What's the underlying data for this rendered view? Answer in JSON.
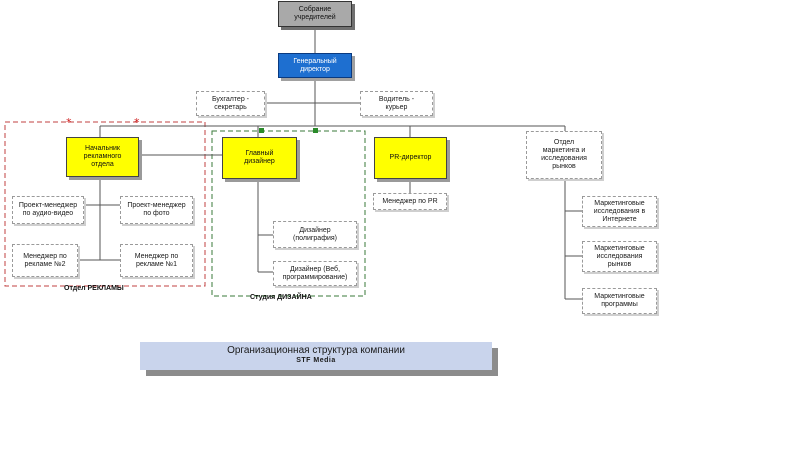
{
  "nodes": {
    "founders": "Собрание\nучредителей",
    "general_director": "Генеральный\nдиректор",
    "accountant": "Бухгалтер -\nсекретарь",
    "driver": "Водитель -\nкурьер",
    "ad_head": "Начальник\nрекламного\nотдела",
    "chief_designer": "Главный\nдизайнер",
    "pr_director": "PR-директор",
    "marketing_dept": "Отдел\nмаркетинга и\nисследования\nрынков",
    "pm_audio_video": "Проект-менеджер\nпо аудио-видео",
    "pm_photo": "Проект-менеджер\nпо фото",
    "ad_manager_2": "Менеджер по\nрекламе №2",
    "ad_manager_1": "Менеджер по\nрекламе №1",
    "designer_print": "Дизайнер\n(полиграфия)",
    "designer_web": "Дизайнер (Веб,\nпрограммирование)",
    "pr_manager": "Менеджер по PR",
    "marketing_internet": "Маркетинговые\nисследования в\nИнтернете",
    "marketing_market": "Маркетинговые\nисследования\nрынков",
    "marketing_programs": "Маркетинговые\nпрограммы"
  },
  "departments": {
    "ad": "Отдел РЕКЛАМЫ",
    "design": "Студия ДИЗАЙНА"
  },
  "caption": {
    "title": "Организационная структура компании",
    "company": "STF Media"
  },
  "colors": {
    "director": "#1e6fd0",
    "head": "#ffff00",
    "founders": "#a9a9a9",
    "ad_dept_border": "#c04040",
    "design_dept_border": "#3a7a3a",
    "caption_bg": "#c9d4ec"
  }
}
